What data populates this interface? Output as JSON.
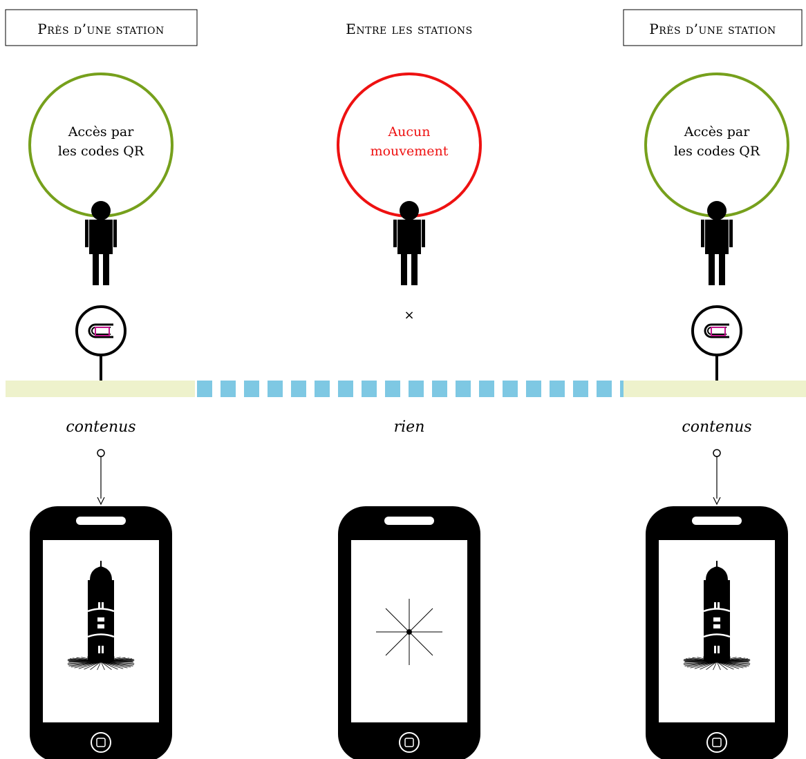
{
  "columns": [
    {
      "heading": "Près d’une station",
      "heading_boxed": true,
      "circle_lines": [
        "Accès par",
        "les codes QR"
      ],
      "circle_color": "#76a01c",
      "has_tag": true,
      "caption": "contenus",
      "screen": "lighthouse-icon"
    },
    {
      "heading": "Entre les stations",
      "heading_boxed": false,
      "circle_lines": [
        "Aucun",
        "mouvement"
      ],
      "circle_color": "#ee1111",
      "has_tag": false,
      "cross": "×",
      "caption": "rien",
      "screen": "starburst-icon"
    },
    {
      "heading": "Près d’une station",
      "heading_boxed": true,
      "circle_lines": [
        "Accès par",
        "les codes QR"
      ],
      "circle_color": "#76a01c",
      "has_tag": true,
      "caption": "contenus",
      "screen": "lighthouse-icon"
    }
  ],
  "colors": {
    "station_track": "#eef2cc",
    "gap_dashes": "#7ec8e3",
    "tag_accent": "#c0168c",
    "figure": "#000000"
  }
}
